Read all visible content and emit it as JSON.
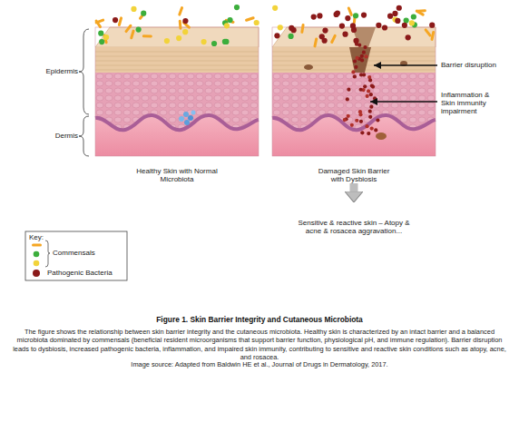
{
  "diagram": {
    "title": "Figure 1. Skin Barrier Integrity and Cutaneous Microbiota",
    "caption": "The figure shows the relationship between skin barrier integrity and the cutaneous microbiota. Healthy skin is characterized by an intact barrier and a balanced microbiota dominated by commensals (beneficial resident microorganisms that support barrier function, physiological pH, and immune regulation). Barrier disruption leads to dysbiosis, increased pathogenic bacteria, inflammation, and impaired skin immunity, contributing to sensitive and reactive skin conditions such as atopy, acne, and rosacea.",
    "nodes": [
      {
        "text": [
          "Healthy Skin with Normal Microbiota"
        ]
      },
      {
        "text": [
          "Damaged Skin Barrier with Dysbiosis"
        ]
      },
      {
        "text": [
          "Sensitive & reactive skin – Atopy & acne & rosacea aggravation..."
        ]
      }
    ],
    "edges": [
      {
        "from": 1,
        "to": 2,
        "arrow": "to"
      }
    ],
    "labels": [
      "Epidermis",
      "Dermis",
      "Barrier disruption",
      "Inflammation & Skin immunity impairment",
      "Key:",
      "Image source: Adapted from Baldwin HE et al., Journal of Drugs in Dermatology, 2017."
    ],
    "legend": [
      {
        "text": "Commensals"
      },
      {
        "text": "Pathogenic Bacteria",
        "color": "#8b1a1a"
      }
    ]
  }
}
